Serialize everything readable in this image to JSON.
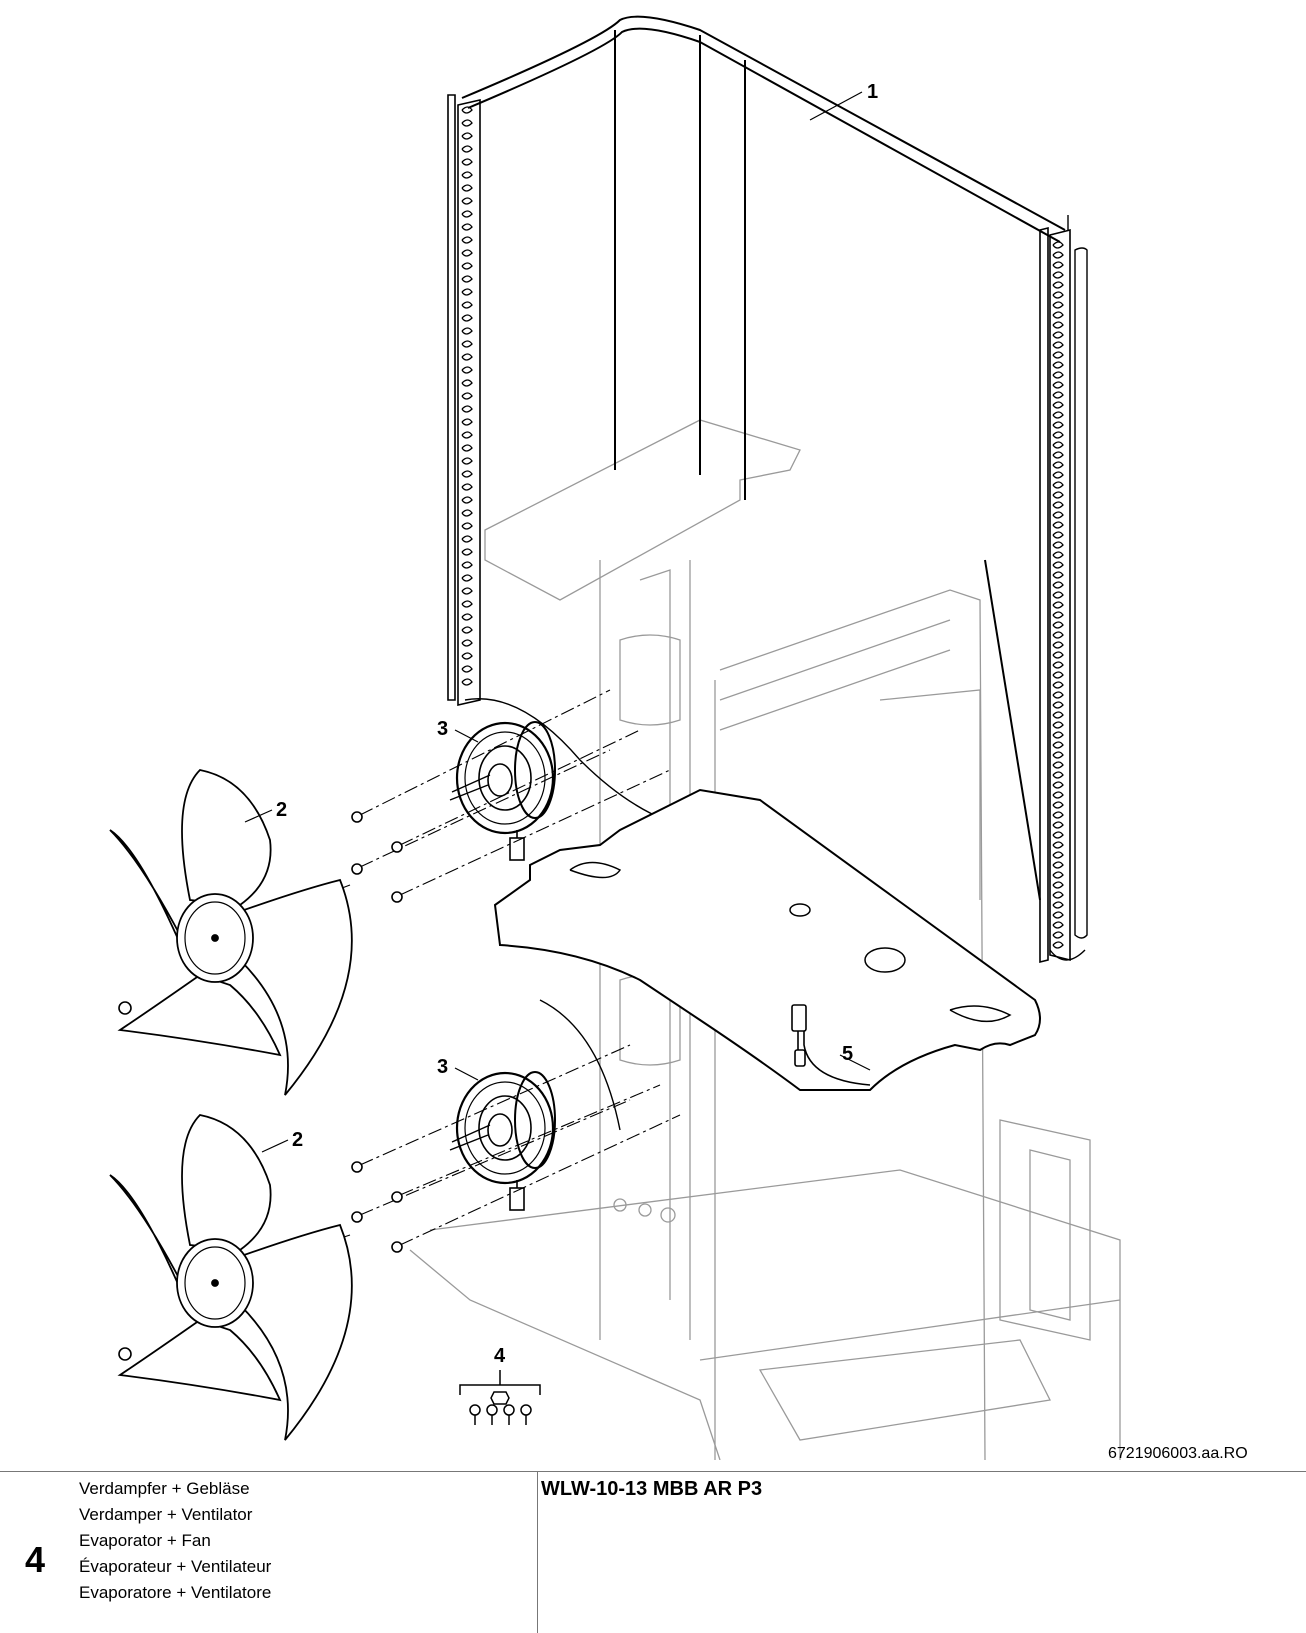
{
  "callouts": [
    {
      "id": "1",
      "label": "1"
    },
    {
      "id": "2a",
      "label": "2"
    },
    {
      "id": "3a",
      "label": "3"
    },
    {
      "id": "2b",
      "label": "2"
    },
    {
      "id": "3b",
      "label": "3"
    },
    {
      "id": "4",
      "label": "4"
    },
    {
      "id": "5",
      "label": "5"
    }
  ],
  "document_number": "6721906003.aa.RO",
  "footer": {
    "section_number": "4",
    "names": [
      "Verdampfer + Gebläse",
      "Verdamper + Ventilator",
      "Evaporator + Fan",
      "Évaporateur + Ventilateur",
      "Evaporatore + Ventilatore"
    ],
    "model": "WLW-10-13 MBB AR P3"
  },
  "colors": {
    "line": "#000000",
    "ghost": "#9a9a9a",
    "rule": "#777777"
  }
}
